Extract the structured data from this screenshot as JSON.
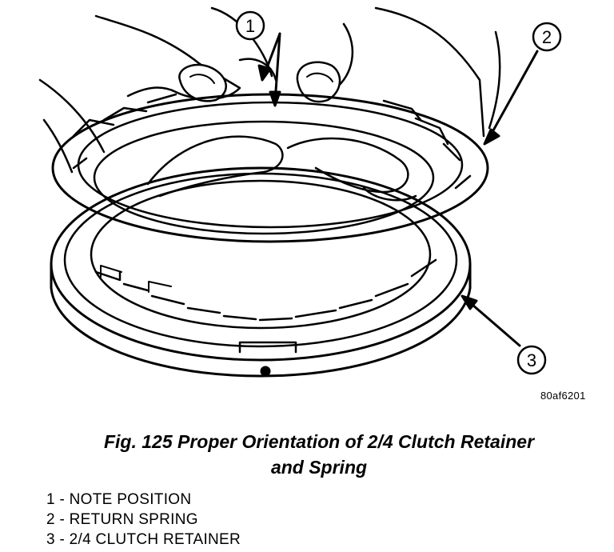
{
  "figure": {
    "code": "80af6201",
    "caption_line1": "Fig. 125 Proper Orientation of 2/4 Clutch Retainer",
    "caption_line2": "and Spring"
  },
  "callouts": [
    {
      "number": "1",
      "label": "NOTE POSITION"
    },
    {
      "number": "2",
      "label": "RETURN SPRING"
    },
    {
      "number": "3",
      "label": "2/4 CLUTCH RETAINER"
    }
  ],
  "legend": [
    "1 - NOTE POSITION",
    "2 - RETURN SPRING",
    "3 - 2/4 CLUTCH RETAINER"
  ]
}
